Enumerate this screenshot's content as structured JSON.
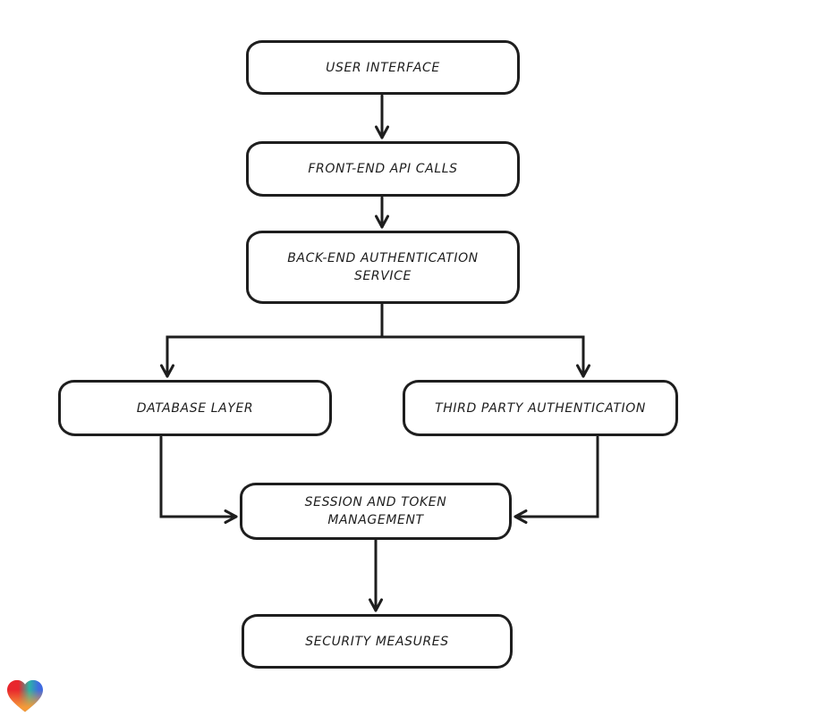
{
  "diagram": {
    "type": "flowchart",
    "background": "#ffffff",
    "style": "hand-drawn",
    "colors": {
      "node_stroke": "#1e1e1e",
      "node_fill": "#ffffff",
      "text": "#1e1e1e",
      "arrow": "#1e1e1e"
    },
    "nodes": [
      {
        "id": "user-interface",
        "label": "USER INTERFACE"
      },
      {
        "id": "front-end-api-calls",
        "label": "FRONT-END API CALLS"
      },
      {
        "id": "back-end-authentication-service",
        "label": "BACK-END AUTHENTICATION SERVICE"
      },
      {
        "id": "database-layer",
        "label": "DATABASE LAYER"
      },
      {
        "id": "third-party-authentication",
        "label": "THIRD PARTY AUTHENTICATION"
      },
      {
        "id": "session-and-token-management",
        "label": "SESSION AND TOKEN MANAGEMENT"
      },
      {
        "id": "security-measures",
        "label": "SECURITY MEASURES"
      }
    ],
    "edges": [
      {
        "from": "user-interface",
        "to": "front-end-api-calls"
      },
      {
        "from": "front-end-api-calls",
        "to": "back-end-authentication-service"
      },
      {
        "from": "back-end-authentication-service",
        "to": "database-layer"
      },
      {
        "from": "back-end-authentication-service",
        "to": "third-party-authentication"
      },
      {
        "from": "database-layer",
        "to": "session-and-token-management"
      },
      {
        "from": "third-party-authentication",
        "to": "session-and-token-management"
      },
      {
        "from": "session-and-token-management",
        "to": "security-measures"
      }
    ]
  },
  "branding": {
    "logo": "gradient-heart-logo",
    "colors": {
      "red": "#e8262d",
      "teal": "#2bb3a6",
      "blue": "#3f6be0",
      "orange": "#f59a38"
    }
  }
}
